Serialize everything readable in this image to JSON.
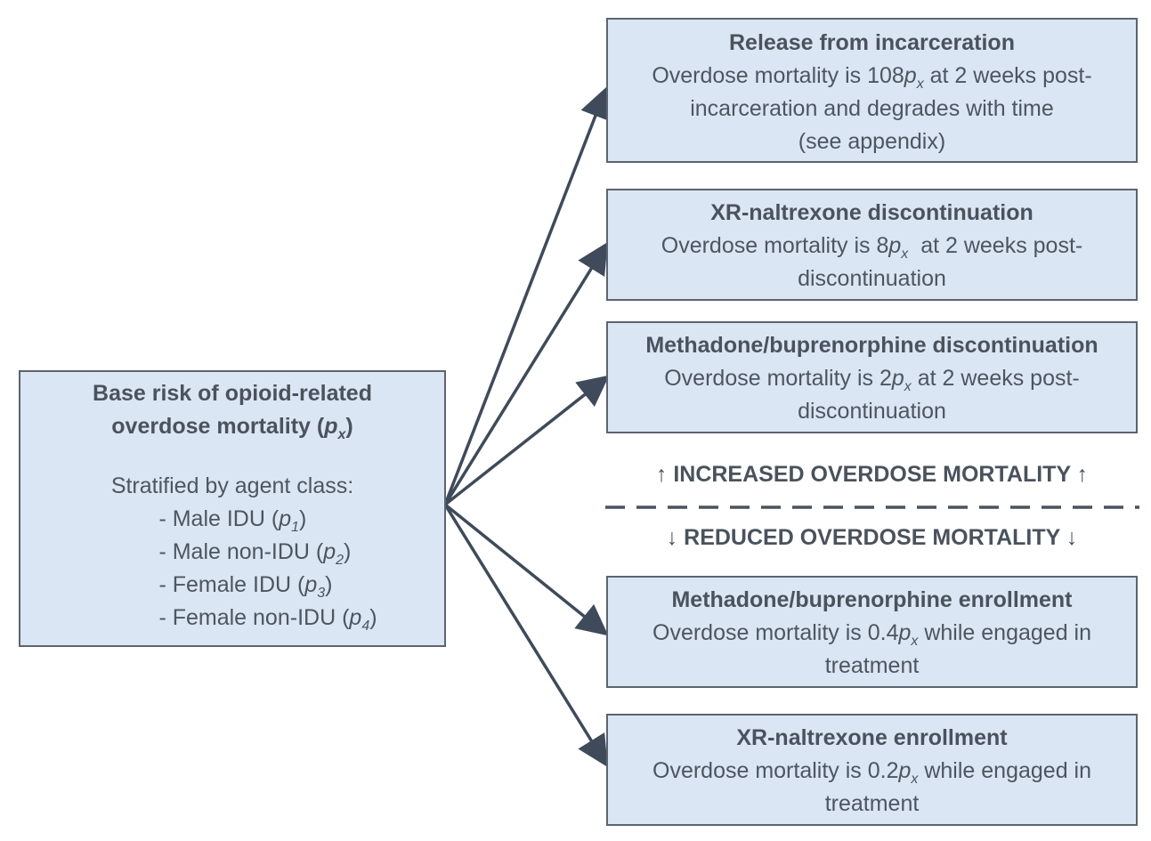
{
  "base_box": {
    "title_line1": "Base risk of opioid-related",
    "title_line2": "overdose mortality (",
    "title_var": "p",
    "title_sub": "x",
    "title_close": ")",
    "stratified_label": "Stratified by agent class:",
    "classes": [
      {
        "prefix": "- Male IDU (",
        "var": "p",
        "sub": "1",
        "suffix": ")"
      },
      {
        "prefix": "- Male non-IDU (",
        "var": "p",
        "sub": "2",
        "suffix": ")"
      },
      {
        "prefix": "- Female IDU (",
        "var": "p",
        "sub": "3",
        "suffix": ")"
      },
      {
        "prefix": "- Female non-IDU (",
        "var": "p",
        "sub": "4",
        "suffix": ")"
      }
    ]
  },
  "outcomes": {
    "release": {
      "title": "Release from incarceration",
      "pre": "Overdose mortality is 108",
      "var": "p",
      "sub": "x",
      "post": " at 2 weeks post-",
      "line3": "incarceration and degrades with time",
      "line4": "(see appendix)"
    },
    "xr_discontinuation": {
      "title": "XR-naltrexone discontinuation",
      "pre": "Overdose mortality is 8",
      "var": "p",
      "sub": "x",
      "post": "  at 2 weeks post-",
      "line3": "discontinuation"
    },
    "methadone_discontinuation": {
      "title": "Methadone/buprenorphine discontinuation",
      "pre": "Overdose mortality is 2",
      "var": "p",
      "sub": "x",
      "post": " at 2 weeks post-",
      "line3": "discontinuation"
    },
    "methadone_enrollment": {
      "title": "Methadone/buprenorphine enrollment",
      "pre": "Overdose mortality is 0.4",
      "var": "p",
      "sub": "x",
      "post": " while engaged in",
      "line3": "treatment"
    },
    "xr_enrollment": {
      "title": "XR-naltrexone enrollment",
      "pre": "Overdose mortality is 0.2",
      "var": "p",
      "sub": "x",
      "post": " while engaged in",
      "line3": "treatment"
    }
  },
  "separator": {
    "increased": "INCREASED OVERDOSE MORTALITY",
    "reduced": "REDUCED OVERDOSE MORTALITY",
    "up_glyph": "↑",
    "down_glyph": "↓"
  },
  "colors": {
    "box_fill": "#dbe6f4",
    "box_border": "#5c6470",
    "arrow": "#3f4a5a",
    "text": "#4d5560"
  }
}
